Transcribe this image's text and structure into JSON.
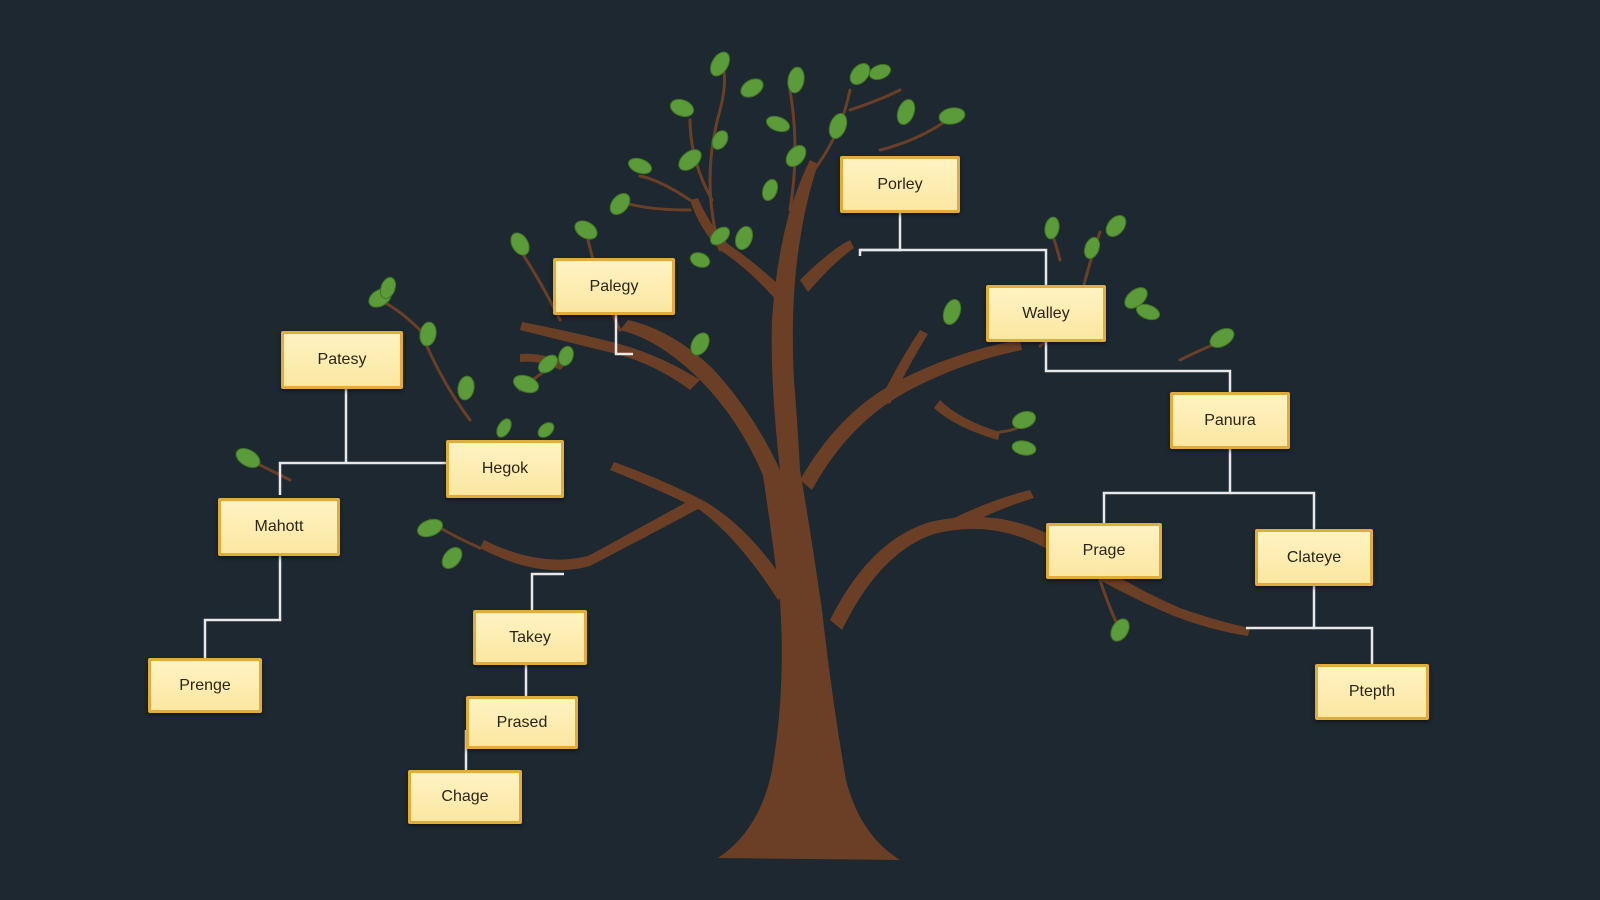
{
  "diagram": {
    "nodes": [
      {
        "id": "porley",
        "label": "Porley"
      },
      {
        "id": "palegy",
        "label": "Palegy"
      },
      {
        "id": "walley",
        "label": "Walley"
      },
      {
        "id": "patesy",
        "label": "Patesy"
      },
      {
        "id": "panura",
        "label": "Panura"
      },
      {
        "id": "hegok",
        "label": "Hegok"
      },
      {
        "id": "mahott",
        "label": "Mahott"
      },
      {
        "id": "prage",
        "label": "Prage"
      },
      {
        "id": "clateye",
        "label": "Clateye"
      },
      {
        "id": "takey",
        "label": "Takey"
      },
      {
        "id": "prenge",
        "label": "Prenge"
      },
      {
        "id": "pteplh",
        "label": "Ptepth"
      },
      {
        "id": "prased",
        "label": "Prased"
      },
      {
        "id": "chage",
        "label": "Chage"
      }
    ],
    "edges": [
      {
        "from": "porley",
        "to": "walley"
      },
      {
        "from": "walley",
        "to": "panura"
      },
      {
        "from": "panura",
        "to": "prage"
      },
      {
        "from": "panura",
        "to": "clateye"
      },
      {
        "from": "clateye",
        "to": "pteplh"
      },
      {
        "from": "patesy",
        "to": "hegok"
      },
      {
        "from": "patesy",
        "to": "mahott"
      },
      {
        "from": "mahott",
        "to": "prenge"
      },
      {
        "from": "takey",
        "to": "prased"
      },
      {
        "from": "prased",
        "to": "chage"
      }
    ],
    "colors": {
      "background": "#1d2830",
      "node_fill": "#fdeeb5",
      "node_border": "#e2ac3a",
      "connector": "#e8e8e8",
      "trunk": "#6b3f26",
      "leaf": "#5c9b3a"
    }
  }
}
